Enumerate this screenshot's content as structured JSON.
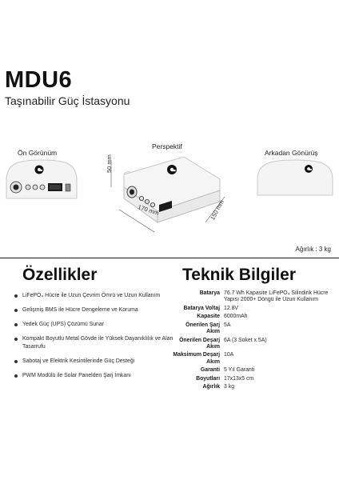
{
  "product": {
    "title": "MDU6",
    "subtitle": "Taşınabilir Güç İstasyonu"
  },
  "views": {
    "front_label": "Ön Görünüm",
    "perspective_label": "Perspektif",
    "back_label": "Arkadan Gönürüş",
    "dimensions": {
      "height": "50 mm",
      "width": "170 mm",
      "depth": "150 mm"
    },
    "weight": "Ağırlık : 3 kg"
  },
  "features": {
    "heading": "Özellikler",
    "items": [
      "LiFePO₄ Hücre ile Uzun Çevrim Ömrü ve Uzun Kullanım",
      "Gelişmiş BMS ile Hücre Dengeleme ve Koruma",
      "Yedek Güç (UPS) Çözümü Sunar",
      "Kompakt Boyutlu Metal Gövde ile Yüksek Dayanıklılık ve Alan Tasarrufu",
      "Sabotaj ve Elektrik Kesintilerinde Güç Desteği",
      "PWM Modülü ile Solar Panelden Şarj İmkanı"
    ]
  },
  "specs": {
    "heading": "Teknik Bilgiler",
    "rows": [
      {
        "key": "Batarya",
        "value": "76.7 Wh Kapasite LiFePO₄ Silindirik Hücre Yapısı 2000+ Döngü ile Uzun Kullanım"
      },
      {
        "key": "Batarya Voltaj",
        "value": "12.8V"
      },
      {
        "key": "Kapasite",
        "value": "6000mAh"
      },
      {
        "key": "Önerilen Şarj Akım",
        "value": "5A"
      },
      {
        "key": "Önerilen Deşarj Akım",
        "value": "6A (3 Soket x 5A)"
      },
      {
        "key": "Maksimum Deşarj Akım",
        "value": "10A"
      },
      {
        "key": "Garanti",
        "value": "5 Yıl Garanti"
      },
      {
        "key": "Boyutları",
        "value": "17x13x5 cm"
      },
      {
        "key": "Ağırlık",
        "value": "3 kg"
      }
    ]
  },
  "colors": {
    "device_body": "#f3f3f3",
    "device_outline": "#c8c8c8",
    "logo": "#111111"
  }
}
